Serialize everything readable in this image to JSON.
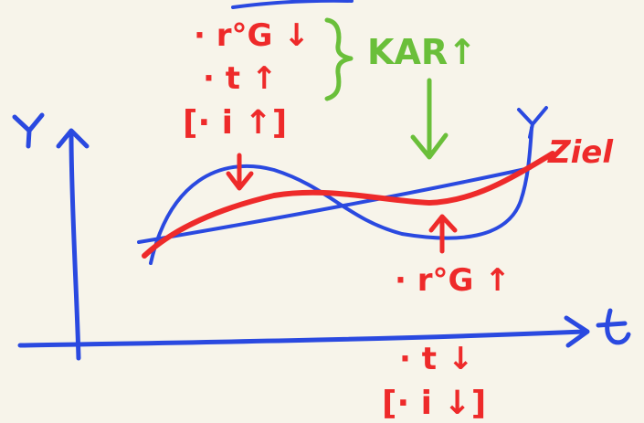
{
  "colors": {
    "background": "#f7f4ea",
    "blue": "#2a49e0",
    "red": "#ee2a2a",
    "green": "#6abf3a"
  },
  "axes": {
    "y_label": "Y",
    "x_label": "t"
  },
  "curve_labels": {
    "blue_curve": "Y",
    "red_curve": "Ziel"
  },
  "top_annotation": {
    "line1": "· r°G ↓",
    "line2": "· t ↑",
    "line3": "[· i ↑]"
  },
  "karl_label": "KAR↑",
  "bottom_annotation": {
    "line1": "· r°G ↑",
    "line2": "· t ↓",
    "line3": "[· i ↓]"
  }
}
